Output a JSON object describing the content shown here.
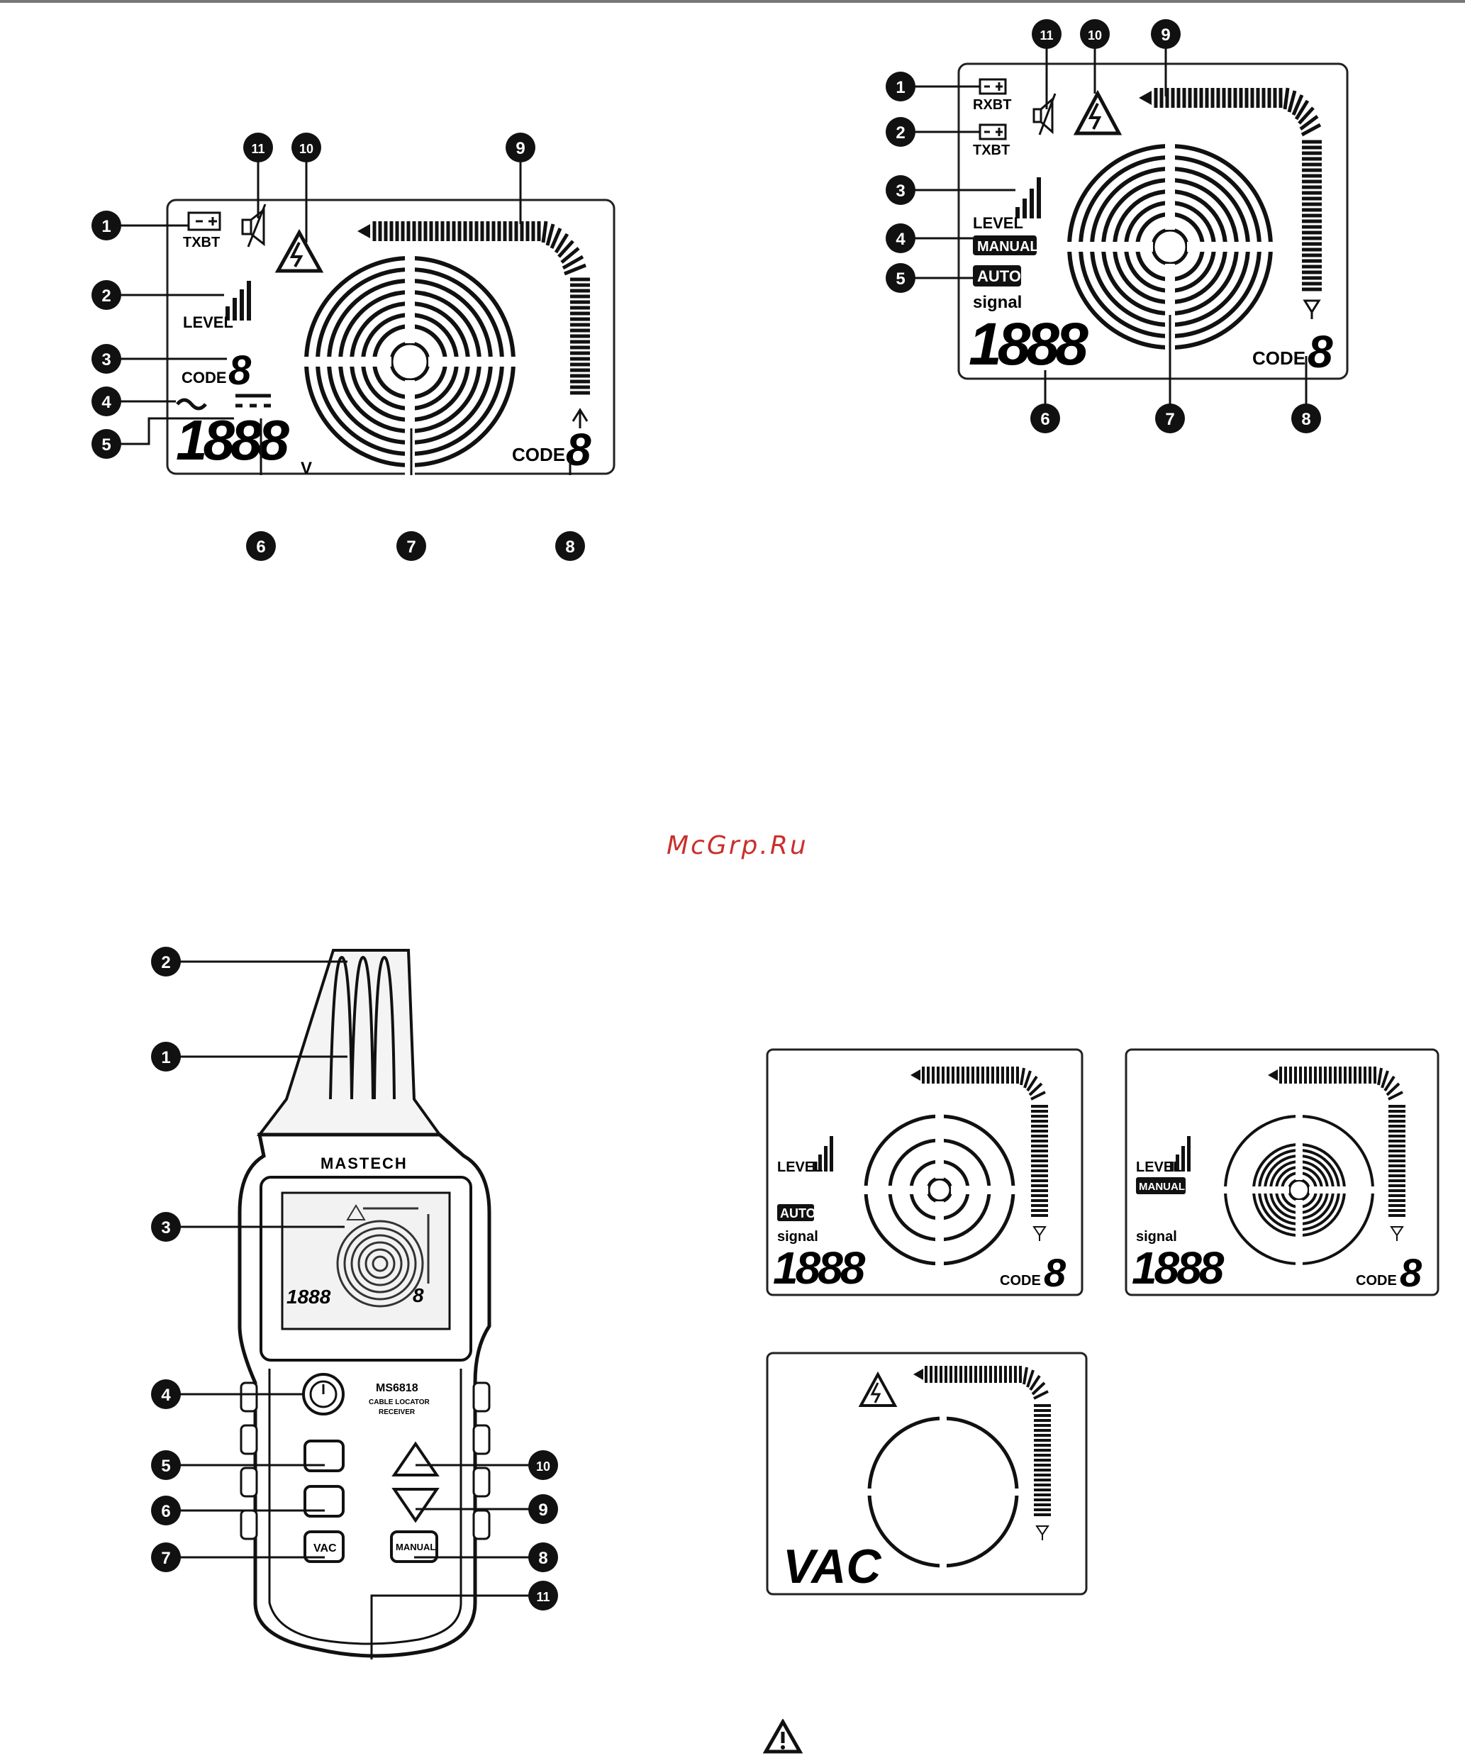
{
  "watermark": "McGrp.Ru",
  "transmitter_lcd": {
    "battery": "TXBT",
    "level": "LEVEL",
    "code": "CODE",
    "reading": "1888",
    "unit": "V",
    "callouts": [
      "1",
      "2",
      "3",
      "4",
      "5",
      "6",
      "7",
      "8",
      "9",
      "10",
      "11"
    ]
  },
  "receiver_lcd": {
    "battery_rx": "RXBT",
    "battery_tx": "TXBT",
    "level": "LEVEL",
    "manual": "MANUAL",
    "auto": "AUTO",
    "signal": "signal",
    "reading": "1888",
    "code": "CODE",
    "callouts": [
      "1",
      "2",
      "3",
      "4",
      "5",
      "6",
      "7",
      "8",
      "9",
      "10",
      "11"
    ]
  },
  "device": {
    "brand": "MASTECH",
    "model": "MS6818",
    "line1": "CABLE LOCATOR",
    "line2": "RECEIVER",
    "manual_key": "MANUAL",
    "vac_key": "VAC",
    "callouts": [
      "1",
      "2",
      "3",
      "4",
      "5",
      "6",
      "7",
      "8",
      "9",
      "10",
      "11"
    ]
  },
  "mode_auto": {
    "level": "LEVEL",
    "mode": "AUTO",
    "signal": "signal",
    "reading": "1888",
    "code": "CODE"
  },
  "mode_manual": {
    "level": "LEVEL",
    "mode": "MANUAL",
    "signal": "signal",
    "reading": "1888",
    "code": "CODE"
  },
  "mode_vac": {
    "reading": "VAC"
  },
  "icons": [
    "battery-icon",
    "mute-icon",
    "high-voltage-icon",
    "antenna-icon",
    "warning-icon",
    "power-icon"
  ]
}
